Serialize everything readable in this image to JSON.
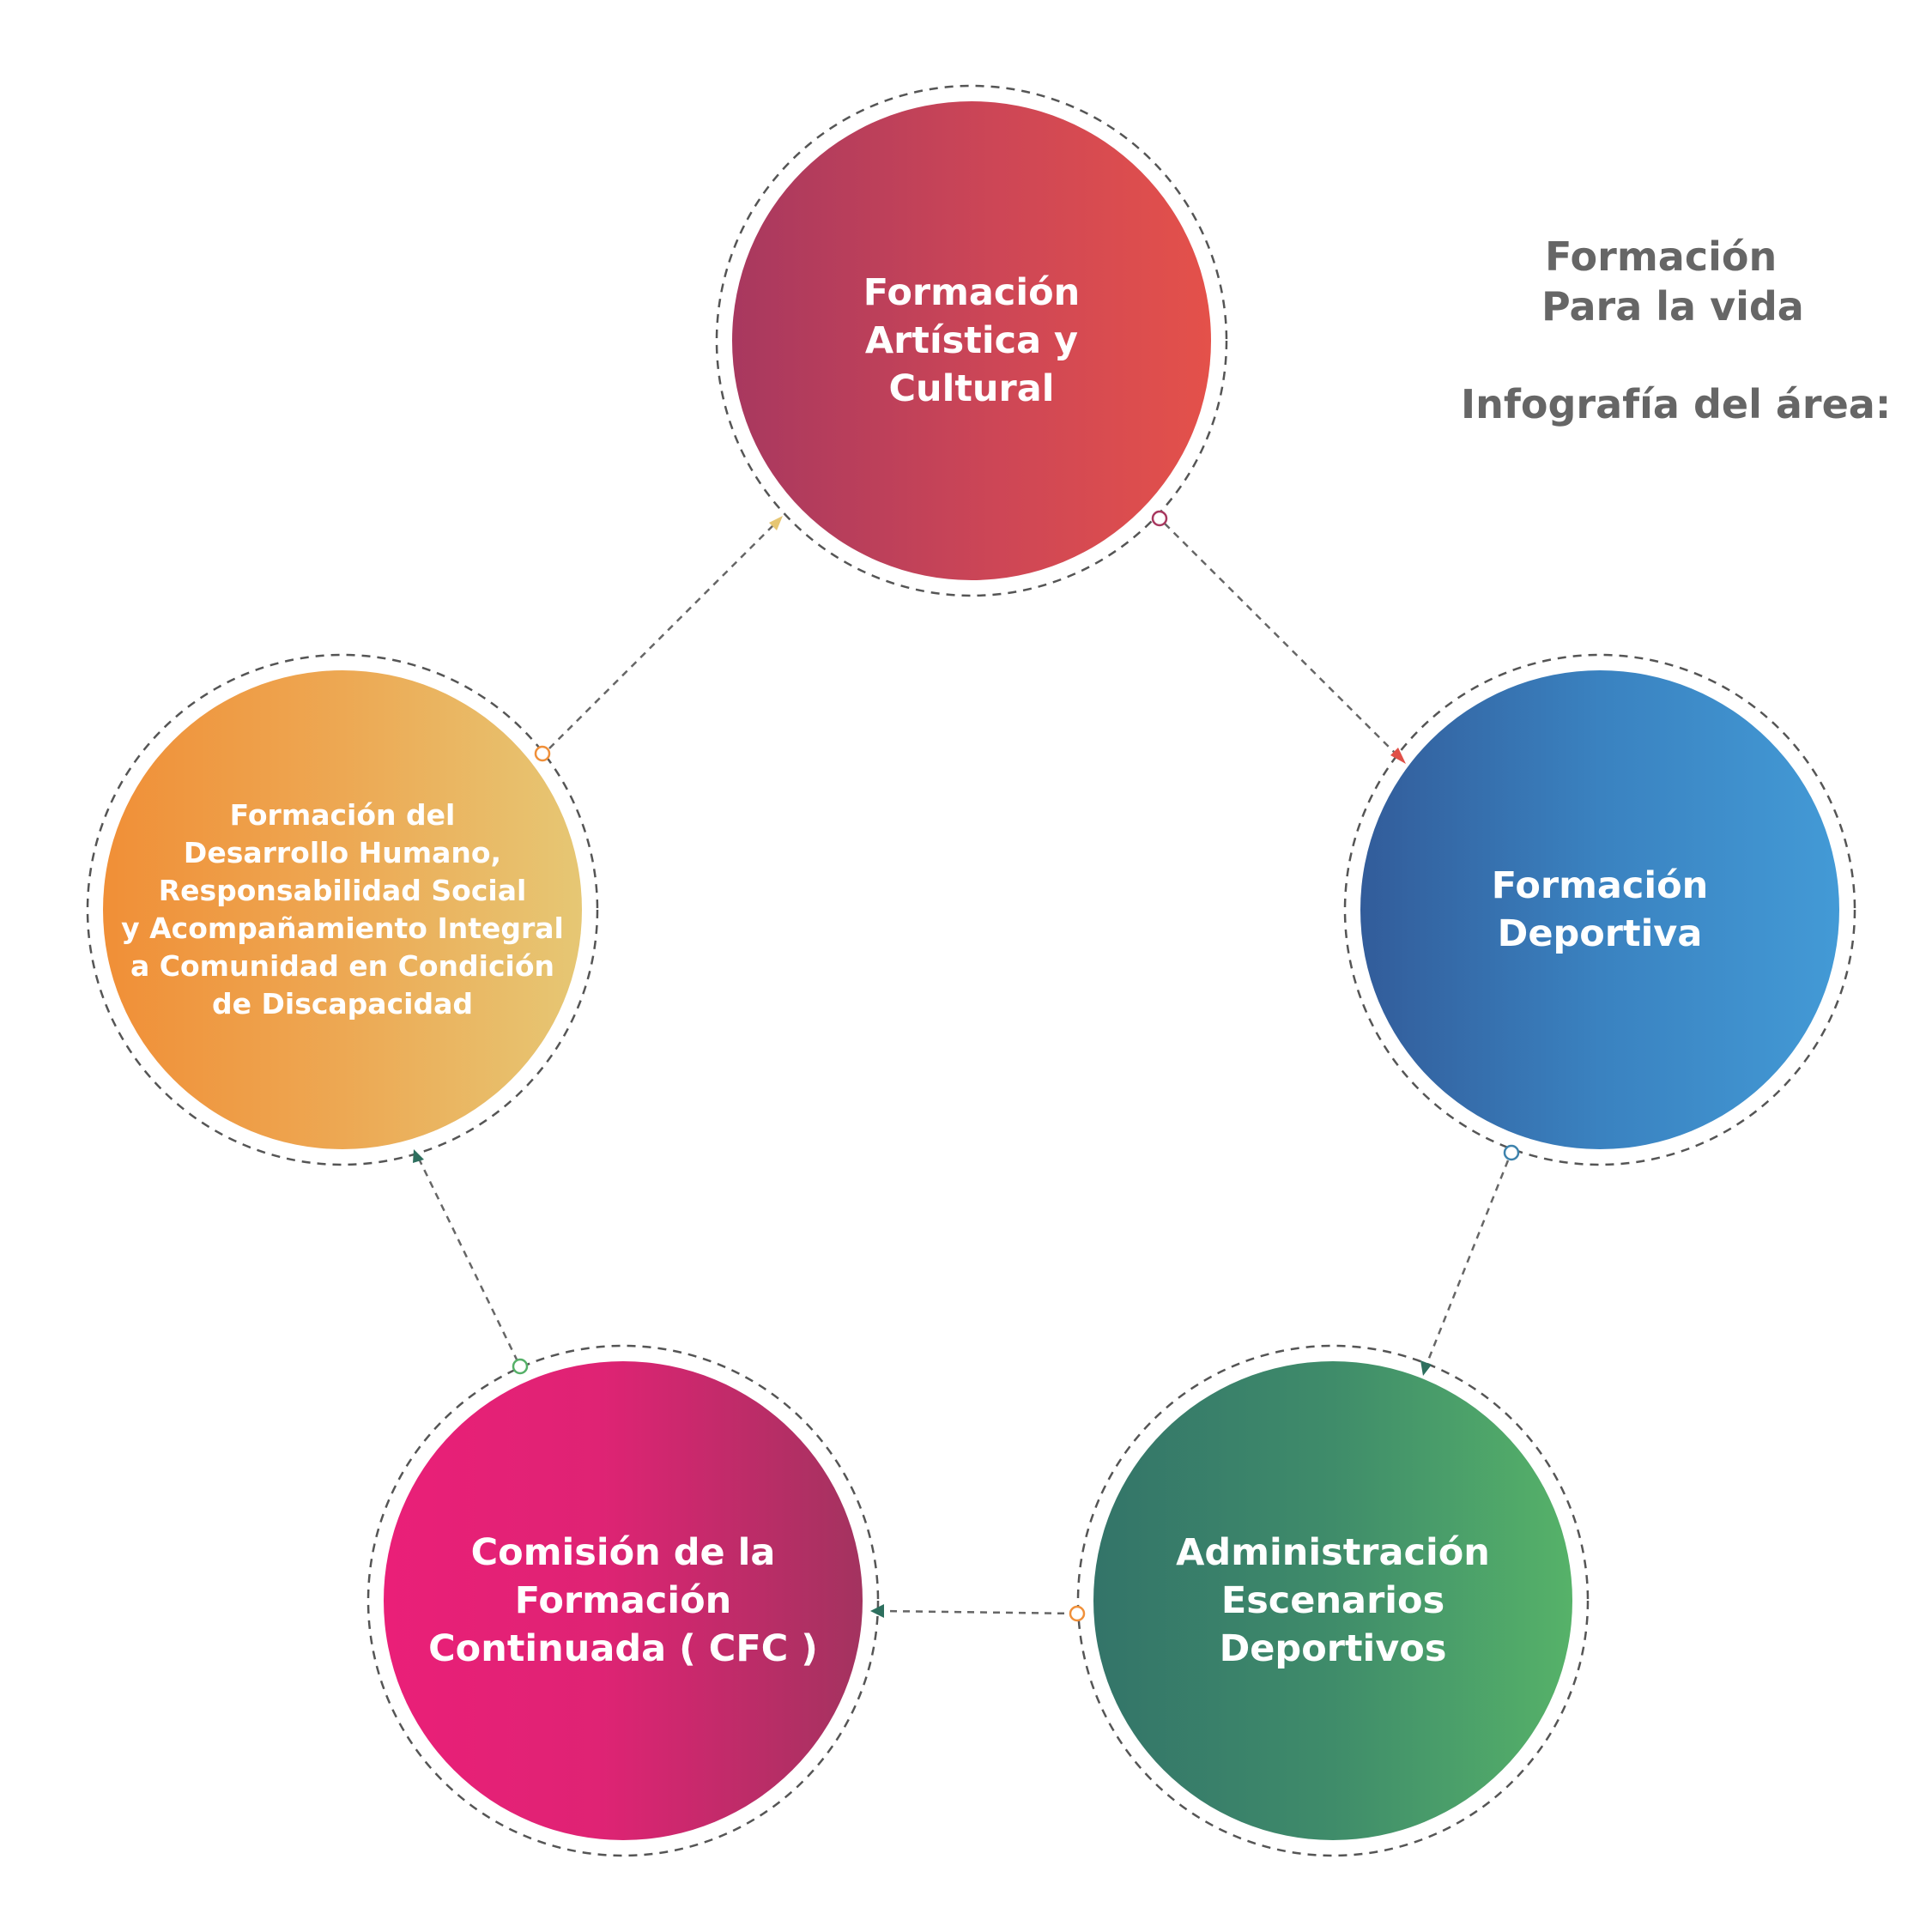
{
  "header": {
    "line1": "Formación",
    "line2": "Para la vida",
    "line3": "Infografía del área:"
  },
  "nodes": [
    {
      "id": "artistica",
      "lines": [
        "Formación",
        "Artística y",
        "Cultural"
      ],
      "gradient": [
        "#a8385f",
        "#e05048"
      ]
    },
    {
      "id": "deportiva",
      "lines": [
        "Formación",
        "Deportiva"
      ],
      "gradient": [
        "#325c9a",
        "#4399d5"
      ]
    },
    {
      "id": "escenarios",
      "lines": [
        "Administración",
        "Escenarios",
        "Deportivos"
      ],
      "gradient": [
        "#347669",
        "#55b068"
      ]
    },
    {
      "id": "cfc",
      "lines": [
        "Comisión de la",
        "Formación",
        "Continuada ( CFC )"
      ],
      "gradient": [
        "#e92079",
        "#a33460"
      ]
    },
    {
      "id": "desarrollo",
      "lines": [
        "Formación del",
        "Desarrollo Humano,",
        "Responsabilidad Social",
        "y Acompañamiento Integral",
        "a Comunidad en Condición",
        "de Discapacidad"
      ],
      "gradient": [
        "#f0903a",
        "#e6c672"
      ]
    }
  ],
  "colors": {
    "dashed_ring": "#555555",
    "connector": "#666666",
    "header_text": "#666666"
  }
}
